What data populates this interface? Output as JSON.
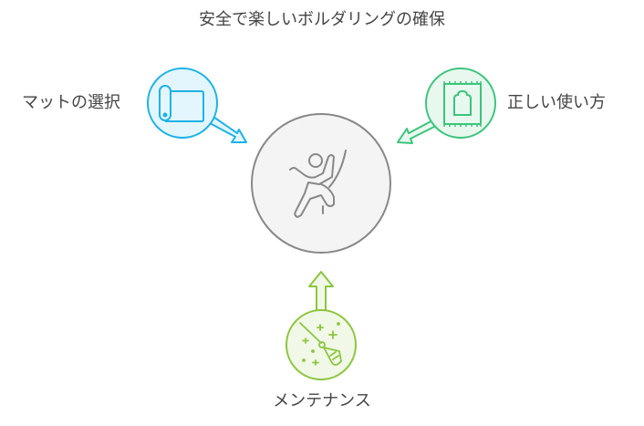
{
  "title": "安全で楽しいボルダリングの確保",
  "center": {
    "icon": "climber-icon"
  },
  "nodes": [
    {
      "label": "マットの選択",
      "icon": "mat-roll-icon",
      "color": "#1fb2e6",
      "fill": "#e3f6fd"
    },
    {
      "label": "正しい使い方",
      "icon": "rug-icon",
      "color": "#3cc47c",
      "fill": "#e8f8ef"
    },
    {
      "label": "メンテナンス",
      "icon": "broom-icon",
      "color": "#8cc63f",
      "fill": "#f1f8e7"
    }
  ]
}
